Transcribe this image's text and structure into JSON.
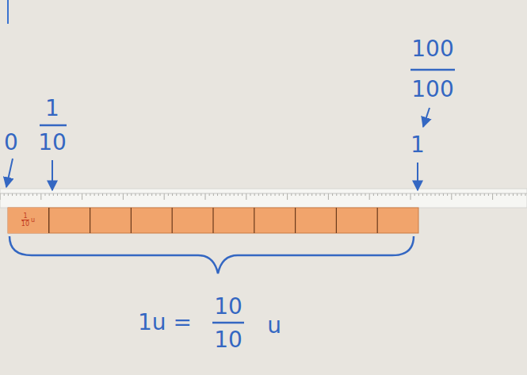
{
  "diagram": {
    "nodes": [
      {
        "text": [
          "1",
          "10",
          "u"
        ]
      }
    ],
    "labels": [
      "0",
      "1",
      "10",
      "100",
      "100",
      "1",
      "1u =",
      "10",
      "10",
      "u"
    ]
  }
}
